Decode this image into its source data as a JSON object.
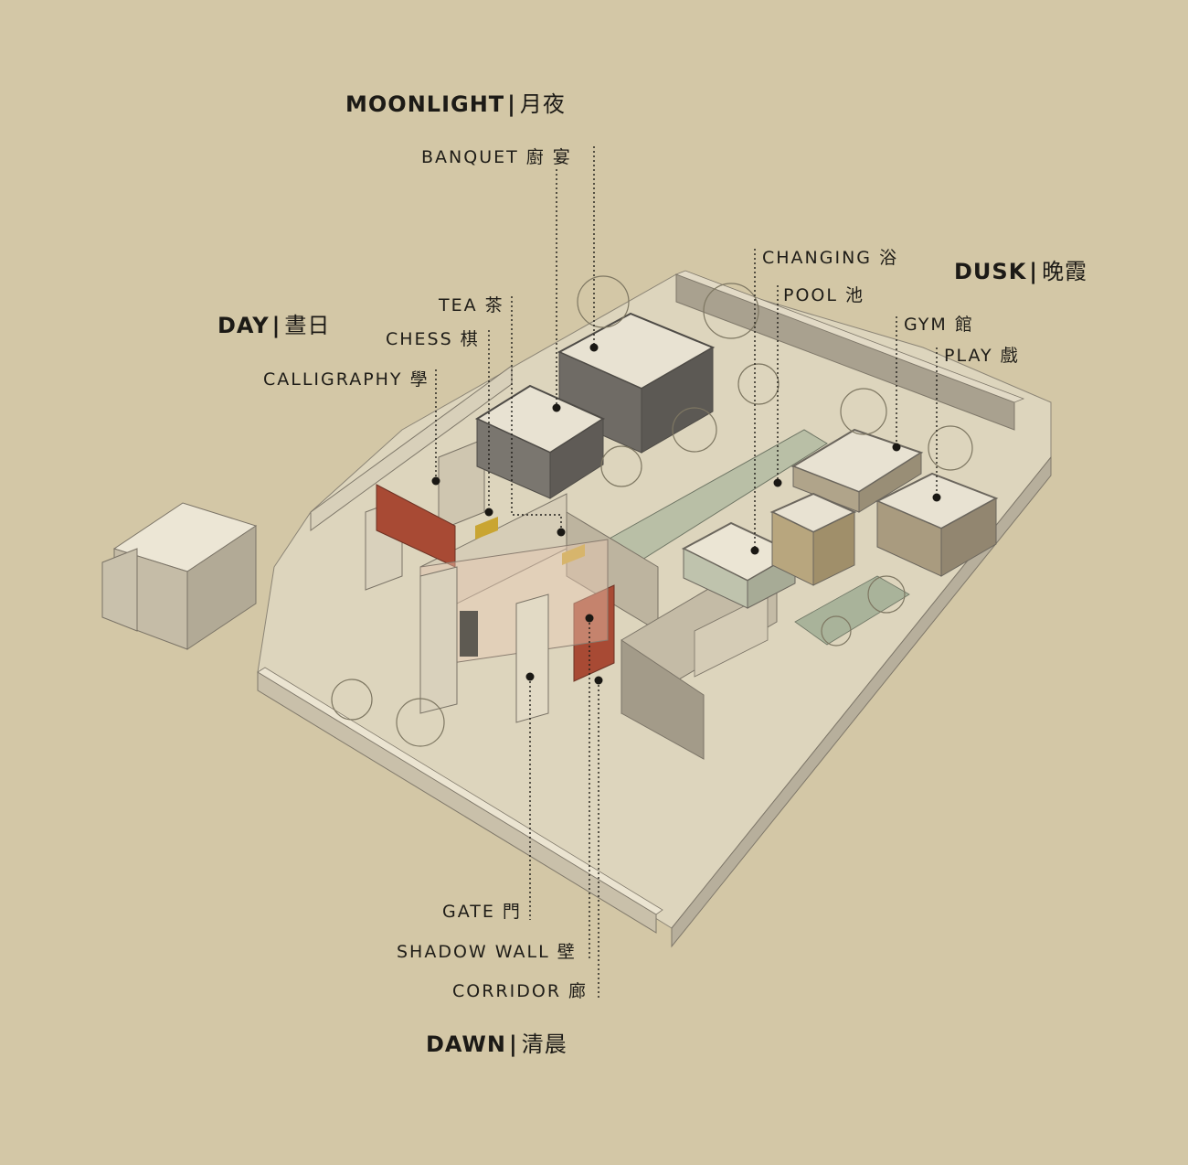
{
  "headings": {
    "moonlight": {
      "en": "MOONLIGHT",
      "zh": "月夜"
    },
    "day": {
      "en": "DAY",
      "zh": "晝日"
    },
    "dusk": {
      "en": "DUSK",
      "zh": "晚霞"
    },
    "dawn": {
      "en": "DAWN",
      "zh": "清晨"
    }
  },
  "separator": "|",
  "labels": {
    "banquet": "BANQUET 廚 宴",
    "tea": "TEA 茶",
    "chess": "CHESS 棋",
    "calligraphy": "CALLIGRAPHY 學",
    "changing": "CHANGING 浴",
    "pool": "POOL 池",
    "gym": "GYM 館",
    "play": "PLAY 戲",
    "gate": "GATE 門",
    "shadow_wall": "SHADOW WALL 壁",
    "corridor": "CORRIDOR 廊"
  },
  "colors": {
    "background": "#d3c7a6",
    "wall_light": "#e4dcc6",
    "wall_mid": "#cbc2ad",
    "wall_dark": "#a79f8e",
    "pavilion_dark": "#6f6b65",
    "pool_water": "#b9bfa6",
    "accent_red": "#a84a34",
    "accent_yellow": "#c9a532",
    "tree": "#7e7762"
  }
}
